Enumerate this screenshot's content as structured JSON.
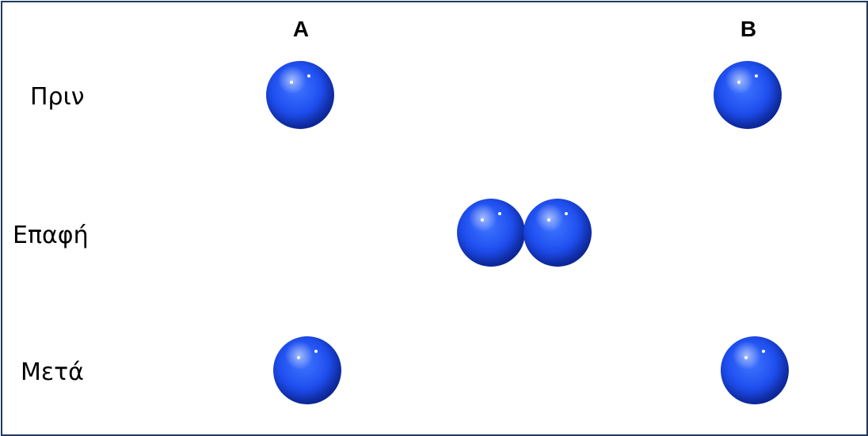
{
  "columns": {
    "a": "A",
    "b": "B"
  },
  "rows": {
    "before": "Πριν",
    "contact": "Επαφή",
    "after": "Μετά"
  },
  "ball_color": "#1f4ff0"
}
